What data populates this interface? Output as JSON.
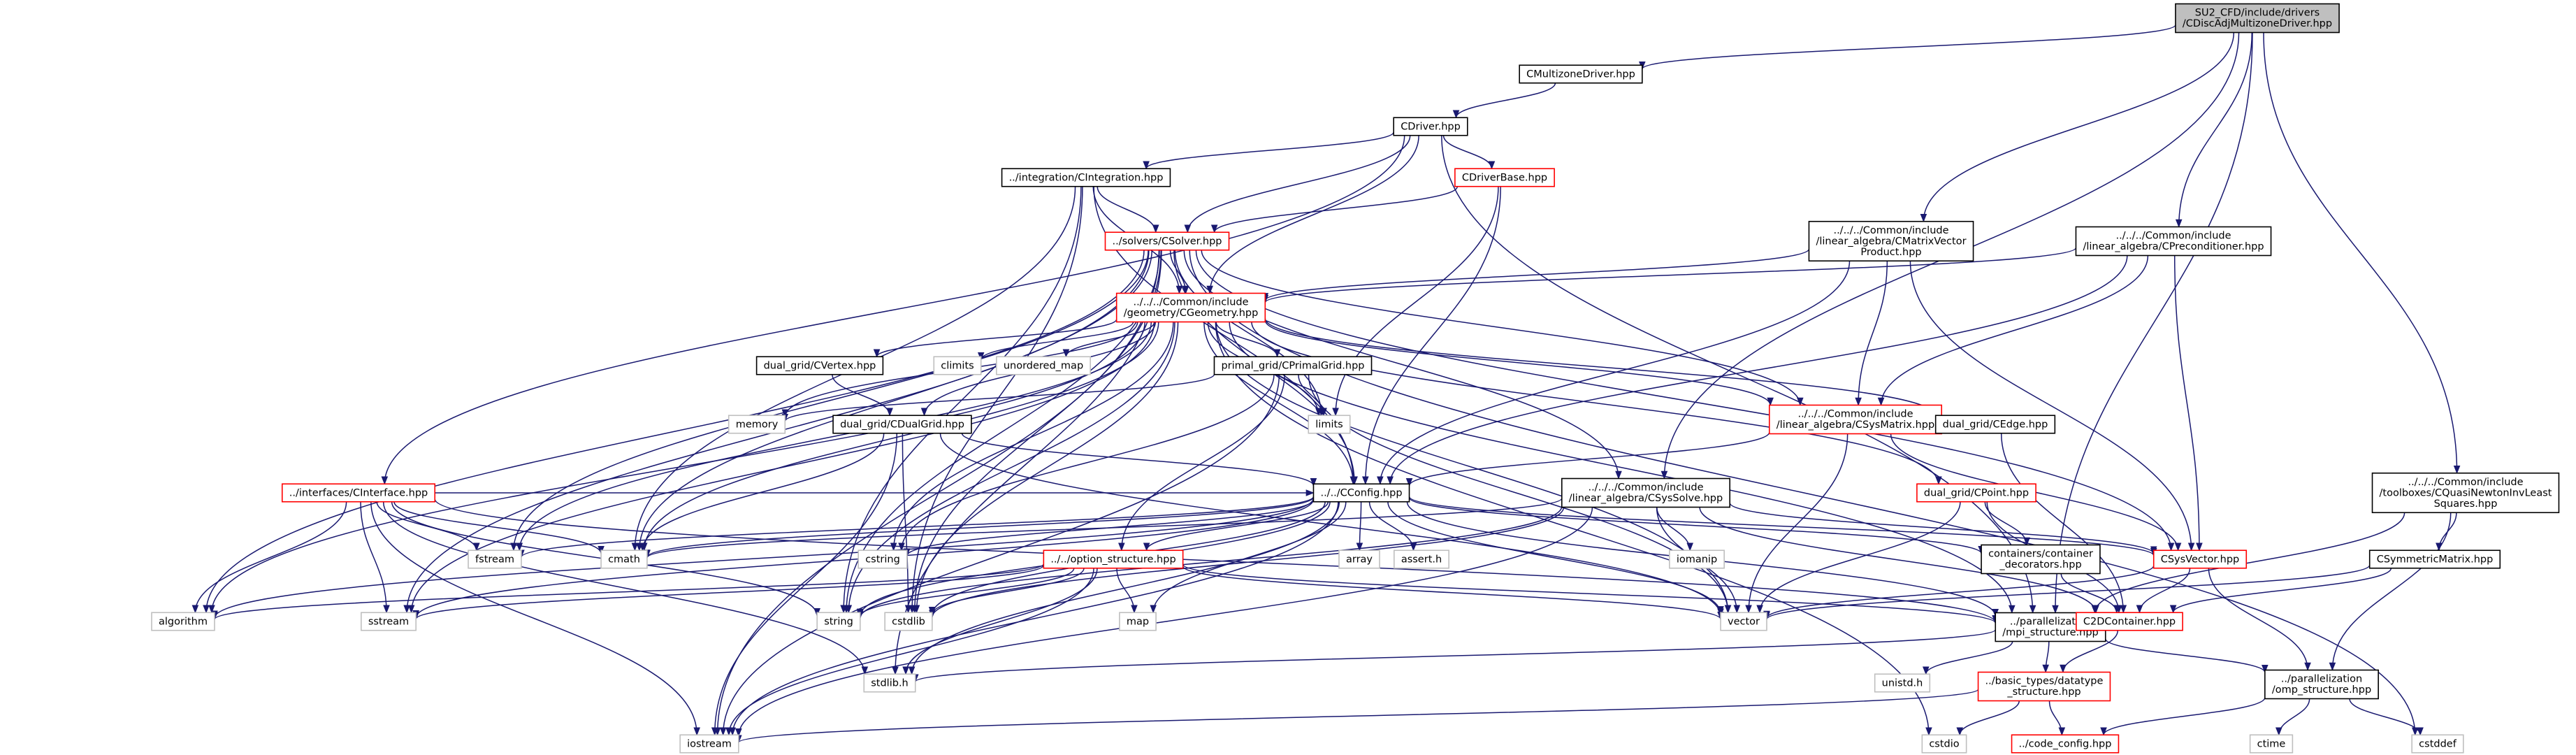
{
  "nodes": {
    "root": {
      "label": [
        "SU2_CFD/include/drivers",
        "/CDiscAdjMultizoneDriver.hpp"
      ],
      "style": "root"
    },
    "cmultizone": {
      "label": [
        "CMultizoneDriver.hpp"
      ],
      "style": "black"
    },
    "cdriver": {
      "label": [
        "CDriver.hpp"
      ],
      "style": "black"
    },
    "cintegration": {
      "label": [
        "../integration/CIntegration.hpp"
      ],
      "style": "black"
    },
    "cdriverbase": {
      "label": [
        "CDriverBase.hpp"
      ],
      "style": "red"
    },
    "csolver": {
      "label": [
        "../solvers/CSolver.hpp"
      ],
      "style": "red"
    },
    "cmatrixvector": {
      "label": [
        "../../../Common/include",
        "/linear_algebra/CMatrixVector",
        "Product.hpp"
      ],
      "style": "black"
    },
    "cprecond": {
      "label": [
        "../../../Common/include",
        "/linear_algebra/CPreconditioner.hpp"
      ],
      "style": "black"
    },
    "cgeometry": {
      "label": [
        "../../../Common/include",
        "/geometry/CGeometry.hpp"
      ],
      "style": "red"
    },
    "cvertex": {
      "label": [
        "dual_grid/CVertex.hpp"
      ],
      "style": "black"
    },
    "climits": {
      "label": [
        "climits"
      ],
      "style": "gray"
    },
    "unordered_map": {
      "label": [
        "unordered_map"
      ],
      "style": "gray"
    },
    "cprimalgrid": {
      "label": [
        "primal_grid/CPrimalGrid.hpp"
      ],
      "style": "black"
    },
    "memory": {
      "label": [
        "memory"
      ],
      "style": "gray"
    },
    "limits": {
      "label": [
        "limits"
      ],
      "style": "gray"
    },
    "cdualgrid": {
      "label": [
        "dual_grid/CDualGrid.hpp"
      ],
      "style": "black"
    },
    "csysmatrix": {
      "label": [
        "../../../Common/include",
        "/linear_algebra/CSysMatrix.hpp"
      ],
      "style": "red"
    },
    "cedge": {
      "label": [
        "dual_grid/CEdge.hpp"
      ],
      "style": "black"
    },
    "cinterface": {
      "label": [
        "../interfaces/CInterface.hpp"
      ],
      "style": "red"
    },
    "cconfig": {
      "label": [
        "../../CConfig.hpp"
      ],
      "style": "black"
    },
    "csyssolve": {
      "label": [
        "../../../Common/include",
        "/linear_algebra/CSysSolve.hpp"
      ],
      "style": "black"
    },
    "cpoint": {
      "label": [
        "dual_grid/CPoint.hpp"
      ],
      "style": "red"
    },
    "cquasinewton": {
      "label": [
        "../../../Common/include",
        "/toolboxes/CQuasiNewtonInvLeast",
        "Squares.hpp"
      ],
      "style": "black"
    },
    "fstream": {
      "label": [
        "fstream"
      ],
      "style": "gray"
    },
    "cmath": {
      "label": [
        "cmath"
      ],
      "style": "gray"
    },
    "cstring": {
      "label": [
        "cstring"
      ],
      "style": "gray"
    },
    "array": {
      "label": [
        "array"
      ],
      "style": "gray"
    },
    "assert_h": {
      "label": [
        "assert.h"
      ],
      "style": "gray"
    },
    "iomanip": {
      "label": [
        "iomanip"
      ],
      "style": "gray"
    },
    "containers": {
      "label": [
        "containers/container",
        "_decorators.hpp"
      ],
      "style": "black"
    },
    "csysvector": {
      "label": [
        "CSysVector.hpp"
      ],
      "style": "red"
    },
    "csymmetric": {
      "label": [
        "CSymmetricMatrix.hpp"
      ],
      "style": "black"
    },
    "option_structure": {
      "label": [
        "../../option_structure.hpp"
      ],
      "style": "red"
    },
    "algorithm": {
      "label": [
        "algorithm"
      ],
      "style": "gray"
    },
    "sstream": {
      "label": [
        "sstream"
      ],
      "style": "gray"
    },
    "string": {
      "label": [
        "string"
      ],
      "style": "gray"
    },
    "cstdlib": {
      "label": [
        "cstdlib"
      ],
      "style": "gray"
    },
    "map": {
      "label": [
        "map"
      ],
      "style": "gray"
    },
    "vector": {
      "label": [
        "vector"
      ],
      "style": "gray"
    },
    "mpi_structure": {
      "label": [
        "../parallelization",
        "/mpi_structure.hpp"
      ],
      "style": "black"
    },
    "c2dcontainer": {
      "label": [
        "C2DContainer.hpp"
      ],
      "style": "red"
    },
    "stdlib_h": {
      "label": [
        "stdlib.h"
      ],
      "style": "gray"
    },
    "unistd_h": {
      "label": [
        "unistd.h"
      ],
      "style": "gray"
    },
    "datatype": {
      "label": [
        "../basic_types/datatype",
        "_structure.hpp"
      ],
      "style": "red"
    },
    "omp_structure": {
      "label": [
        "../parallelization",
        "/omp_structure.hpp"
      ],
      "style": "black"
    },
    "iostream": {
      "label": [
        "iostream"
      ],
      "style": "gray"
    },
    "cstdio": {
      "label": [
        "cstdio"
      ],
      "style": "gray"
    },
    "code_config": {
      "label": [
        "../code_config.hpp"
      ],
      "style": "red"
    },
    "ctime": {
      "label": [
        "ctime"
      ],
      "style": "gray"
    },
    "cstddef": {
      "label": [
        "cstddef"
      ],
      "style": "gray"
    }
  },
  "edges": [
    [
      "root",
      "cmultizone"
    ],
    [
      "root",
      "cmatrixvector"
    ],
    [
      "root",
      "cprecond"
    ],
    [
      "root",
      "cquasinewton"
    ],
    [
      "root",
      "csyssolve"
    ],
    [
      "root",
      "mpi_structure"
    ],
    [
      "cmultizone",
      "cdriver"
    ],
    [
      "cdriver",
      "cintegration"
    ],
    [
      "cdriver",
      "cdriverbase"
    ],
    [
      "cdriver",
      "csolver"
    ],
    [
      "cdriver",
      "cgeometry"
    ],
    [
      "cdriver",
      "cinterface"
    ],
    [
      "cdriver",
      "mpi_structure"
    ],
    [
      "cintegration",
      "csolver"
    ],
    [
      "cintegration",
      "cgeometry"
    ],
    [
      "cintegration",
      "cconfig"
    ],
    [
      "cintegration",
      "cmath"
    ],
    [
      "cintegration",
      "string"
    ],
    [
      "cintegration",
      "cstdlib"
    ],
    [
      "cdriverbase",
      "csolver"
    ],
    [
      "cdriverbase",
      "cconfig"
    ],
    [
      "cdriverbase",
      "limits"
    ],
    [
      "csolver",
      "cgeometry"
    ],
    [
      "csolver",
      "cconfig"
    ],
    [
      "csolver",
      "cmath"
    ],
    [
      "csolver",
      "fstream"
    ],
    [
      "csolver",
      "string"
    ],
    [
      "csolver",
      "algorithm"
    ],
    [
      "csolver",
      "iostream"
    ],
    [
      "csolver",
      "stdlib_h"
    ],
    [
      "csolver",
      "csysmatrix"
    ],
    [
      "csolver",
      "csysvector"
    ],
    [
      "csolver",
      "csyssolve"
    ],
    [
      "csolver",
      "cstddef"
    ],
    [
      "csolver",
      "limits"
    ],
    [
      "csolver",
      "sstream"
    ],
    [
      "csolver",
      "cstdlib"
    ],
    [
      "cmatrixvector",
      "cgeometry"
    ],
    [
      "cmatrixvector",
      "cconfig"
    ],
    [
      "cmatrixvector",
      "csysmatrix"
    ],
    [
      "cmatrixvector",
      "csysvector"
    ],
    [
      "cprecond",
      "cgeometry"
    ],
    [
      "cprecond",
      "cconfig"
    ],
    [
      "cprecond",
      "csysmatrix"
    ],
    [
      "cprecond",
      "csysvector"
    ],
    [
      "cgeometry",
      "cvertex"
    ],
    [
      "cgeometry",
      "climits"
    ],
    [
      "cgeometry",
      "unordered_map"
    ],
    [
      "cgeometry",
      "cprimalgrid"
    ],
    [
      "cgeometry",
      "memory"
    ],
    [
      "cgeometry",
      "cdualgrid"
    ],
    [
      "cgeometry",
      "cedge"
    ],
    [
      "cgeometry",
      "cpoint"
    ],
    [
      "cgeometry",
      "cconfig"
    ],
    [
      "cgeometry",
      "fstream"
    ],
    [
      "cgeometry",
      "cmath"
    ],
    [
      "cgeometry",
      "cstring"
    ],
    [
      "cgeometry",
      "string"
    ],
    [
      "cgeometry",
      "algorithm"
    ],
    [
      "cgeometry",
      "sstream"
    ],
    [
      "cgeometry",
      "cstdlib"
    ],
    [
      "cgeometry",
      "vector"
    ],
    [
      "cgeometry",
      "mpi_structure"
    ],
    [
      "cgeometry",
      "csysmatrix"
    ],
    [
      "cgeometry",
      "limits"
    ],
    [
      "cgeometry",
      "cstdio"
    ],
    [
      "cvertex",
      "cdualgrid"
    ],
    [
      "cprimalgrid",
      "memory"
    ],
    [
      "cprimalgrid",
      "limits"
    ],
    [
      "cprimalgrid",
      "option_structure"
    ],
    [
      "cprimalgrid",
      "cstring"
    ],
    [
      "cprimalgrid",
      "vector"
    ],
    [
      "cprimalgrid",
      "iostream"
    ],
    [
      "cdualgrid",
      "cconfig"
    ],
    [
      "cdualgrid",
      "cmath"
    ],
    [
      "cdualgrid",
      "iostream"
    ],
    [
      "cdualgrid",
      "cstdlib"
    ],
    [
      "cdualgrid",
      "vector"
    ],
    [
      "csysmatrix",
      "cconfig"
    ],
    [
      "csysmatrix",
      "vector"
    ],
    [
      "csysmatrix",
      "csysvector"
    ],
    [
      "cedge",
      "c2dcontainer"
    ],
    [
      "cinterface",
      "cconfig"
    ],
    [
      "cinterface",
      "cmath"
    ],
    [
      "cinterface",
      "fstream"
    ],
    [
      "cinterface",
      "algorithm"
    ],
    [
      "cinterface",
      "sstream"
    ],
    [
      "cinterface",
      "string"
    ],
    [
      "cinterface",
      "iostream"
    ],
    [
      "cinterface",
      "stdlib_h"
    ],
    [
      "cinterface",
      "mpi_structure"
    ],
    [
      "cconfig",
      "fstream"
    ],
    [
      "cconfig",
      "cmath"
    ],
    [
      "cconfig",
      "cstring"
    ],
    [
      "cconfig",
      "array"
    ],
    [
      "cconfig",
      "assert_h"
    ],
    [
      "cconfig",
      "option_structure"
    ],
    [
      "cconfig",
      "containers"
    ],
    [
      "cconfig",
      "csysvector"
    ],
    [
      "cconfig",
      "string"
    ],
    [
      "cconfig",
      "sstream"
    ],
    [
      "cconfig",
      "cstdlib"
    ],
    [
      "cconfig",
      "map"
    ],
    [
      "cconfig",
      "vector"
    ],
    [
      "cconfig",
      "mpi_structure"
    ],
    [
      "cconfig",
      "stdlib_h"
    ],
    [
      "cconfig",
      "iostream"
    ],
    [
      "cconfig",
      "algorithm"
    ],
    [
      "csyssolve",
      "cmath"
    ],
    [
      "csyssolve",
      "iomanip"
    ],
    [
      "csyssolve",
      "vector"
    ],
    [
      "csyssolve",
      "string"
    ],
    [
      "csyssolve",
      "cstdlib"
    ],
    [
      "csyssolve",
      "iostream"
    ],
    [
      "csyssolve",
      "c2dcontainer"
    ],
    [
      "csyssolve",
      "csysvector"
    ],
    [
      "cpoint",
      "containers"
    ],
    [
      "cpoint",
      "c2dcontainer"
    ],
    [
      "cpoint",
      "vector"
    ],
    [
      "cquasinewton",
      "csymmetric"
    ],
    [
      "cquasinewton",
      "omp_structure"
    ],
    [
      "cquasinewton",
      "mpi_structure"
    ],
    [
      "containers",
      "c2dcontainer"
    ],
    [
      "csysvector",
      "vector"
    ],
    [
      "csysvector",
      "omp_structure"
    ],
    [
      "csysvector",
      "c2dcontainer"
    ],
    [
      "csymmetric",
      "vector"
    ],
    [
      "csymmetric",
      "c2dcontainer"
    ],
    [
      "option_structure",
      "map"
    ],
    [
      "option_structure",
      "iostream"
    ],
    [
      "option_structure",
      "sstream"
    ],
    [
      "option_structure",
      "string"
    ],
    [
      "option_structure",
      "vector"
    ],
    [
      "option_structure",
      "cstdlib"
    ],
    [
      "option_structure",
      "algorithm"
    ],
    [
      "option_structure",
      "mpi_structure"
    ],
    [
      "option_structure",
      "stdlib_h"
    ],
    [
      "mpi_structure",
      "stdlib_h"
    ],
    [
      "mpi_structure",
      "unistd_h"
    ],
    [
      "mpi_structure",
      "datatype"
    ],
    [
      "mpi_structure",
      "omp_structure"
    ],
    [
      "c2dcontainer",
      "datatype"
    ],
    [
      "datatype",
      "iostream"
    ],
    [
      "datatype",
      "cstdio"
    ],
    [
      "datatype",
      "code_config"
    ],
    [
      "omp_structure",
      "code_config"
    ],
    [
      "omp_structure",
      "ctime"
    ],
    [
      "omp_structure",
      "cstddef"
    ]
  ]
}
